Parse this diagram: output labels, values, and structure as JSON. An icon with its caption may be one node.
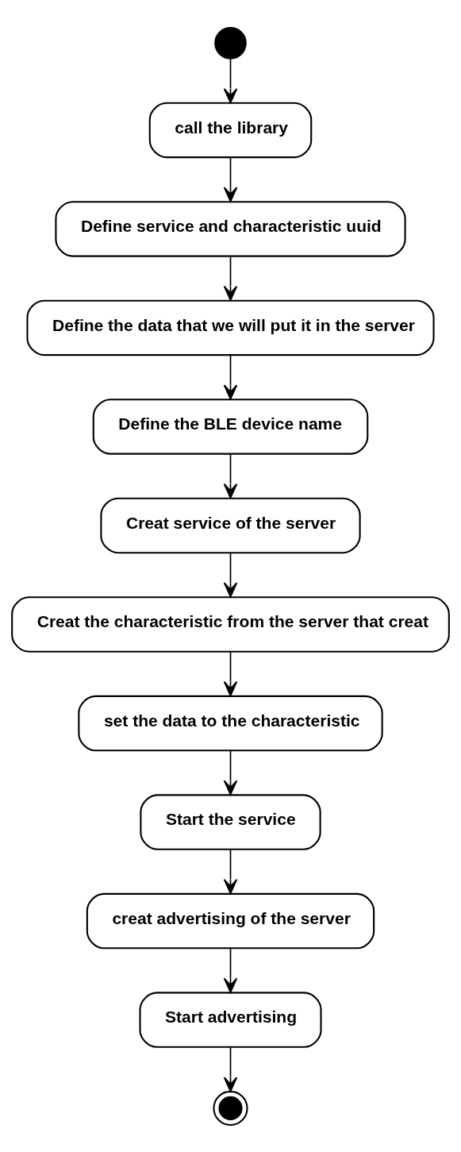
{
  "diagram": {
    "nodes": [
      {
        "text": [],
        "shape": "circle"
      },
      {
        "text": [
          "call the library"
        ]
      },
      {
        "text": [
          "Define service and characteristic uuid"
        ]
      },
      {
        "text": [
          "Define the data that we will put it in the server"
        ]
      },
      {
        "text": [
          "Define the BLE device name"
        ]
      },
      {
        "text": [
          "Creat service of the server"
        ]
      },
      {
        "text": [
          "Creat the characteristic from the server that creat"
        ]
      },
      {
        "text": [
          "set the data to the characteristic"
        ]
      },
      {
        "text": [
          "Start the service"
        ]
      },
      {
        "text": [
          "creat advertising of the server"
        ]
      },
      {
        "text": [
          "Start advertising"
        ]
      },
      {
        "text": [],
        "shape": "bullseye"
      }
    ],
    "edges": [
      {
        "from": 0,
        "to": 1,
        "arrow": "to"
      },
      {
        "from": 1,
        "to": 2,
        "arrow": "to"
      },
      {
        "from": 2,
        "to": 3,
        "arrow": "to"
      },
      {
        "from": 3,
        "to": 4,
        "arrow": "to"
      },
      {
        "from": 4,
        "to": 5,
        "arrow": "to"
      },
      {
        "from": 5,
        "to": 6,
        "arrow": "to"
      },
      {
        "from": 6,
        "to": 7,
        "arrow": "to"
      },
      {
        "from": 7,
        "to": 8,
        "arrow": "to"
      },
      {
        "from": 8,
        "to": 9,
        "arrow": "to"
      },
      {
        "from": 9,
        "to": 10,
        "arrow": "to"
      },
      {
        "from": 10,
        "to": 11,
        "arrow": "to"
      }
    ]
  }
}
